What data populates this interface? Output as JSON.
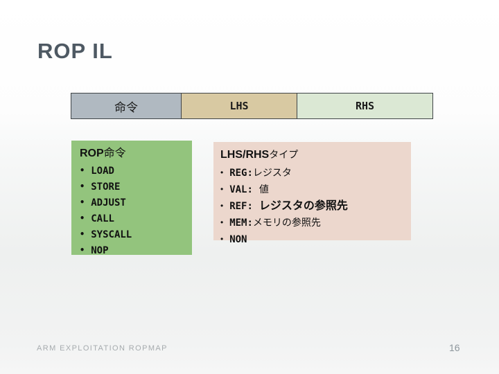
{
  "slide": {
    "title": "ROP IL",
    "footer": "ARM EXPLOITATION ROPMAP",
    "page_number": "16"
  },
  "header_row": {
    "col1": "命令",
    "col2": "LHS",
    "col3": "RHS"
  },
  "green_box": {
    "title_en": "ROP",
    "title_ja": "命令",
    "items": [
      "LOAD",
      "STORE",
      "ADJUST",
      "CALL",
      "SYSCALL",
      "NOP"
    ]
  },
  "pink_box": {
    "title_en": "LHS/RHS",
    "title_ja": "タイプ",
    "items": [
      {
        "code": "REG:",
        "ja": "レジスタ"
      },
      {
        "code": "VAL:",
        "ja": "値"
      },
      {
        "code": "REF:",
        "ja": "レジスタの参照先"
      },
      {
        "code": "MEM:",
        "ja": "メモリの参照先"
      },
      {
        "code": "NON",
        "ja": ""
      }
    ]
  },
  "colors": {
    "title_text": "#4e5963",
    "header_col1_bg": "#b0b9c1",
    "header_col2_bg": "#d8c9a2",
    "header_col3_bg": "#dbe8d4",
    "green_box_bg": "#93c47d",
    "pink_box_bg": "#ecd7cd",
    "table_border": "#3f4447",
    "footer_text": "#a6abae"
  }
}
